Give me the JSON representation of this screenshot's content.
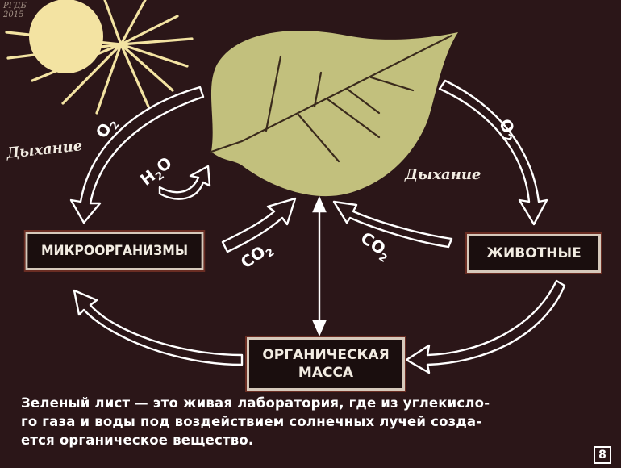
{
  "watermark": {
    "line1": "РГДБ",
    "line2": "2015"
  },
  "nodes": {
    "microorganisms": "МИКРООРГАНИЗМЫ",
    "animals": "ЖИВОТНЫЕ",
    "organic_line1": "ОРГАНИЧЕСКАЯ",
    "organic_line2": "МАССА"
  },
  "labels": {
    "breath_left": "Дыхание",
    "breath_right": "Дыхание"
  },
  "chem": {
    "o2_left": {
      "base": "O",
      "sub": "2"
    },
    "o2_right": {
      "base": "O",
      "sub": "2"
    },
    "h2o": {
      "a": "H",
      "sub": "2",
      "b": "O"
    },
    "co2_left": {
      "base": "CO",
      "sub": "2"
    },
    "co2_right": {
      "base": "CO",
      "sub": "2"
    }
  },
  "caption": {
    "line1": "Зеленый лист — это живая лаборатория, где из углекисло-",
    "line2": "го газа и воды под воздействием солнечных лучей созда-",
    "line3": "ется органическое вещество."
  },
  "frame_number": "8",
  "colors": {
    "background": "#2b1618",
    "sun": "#f3e3a2",
    "leaf": "#c2c07d",
    "vein": "#3a2a1c",
    "arrow_fill": "#2b1618",
    "arrow_stroke": "#ffffff",
    "box_border": "#d6c9bb"
  }
}
